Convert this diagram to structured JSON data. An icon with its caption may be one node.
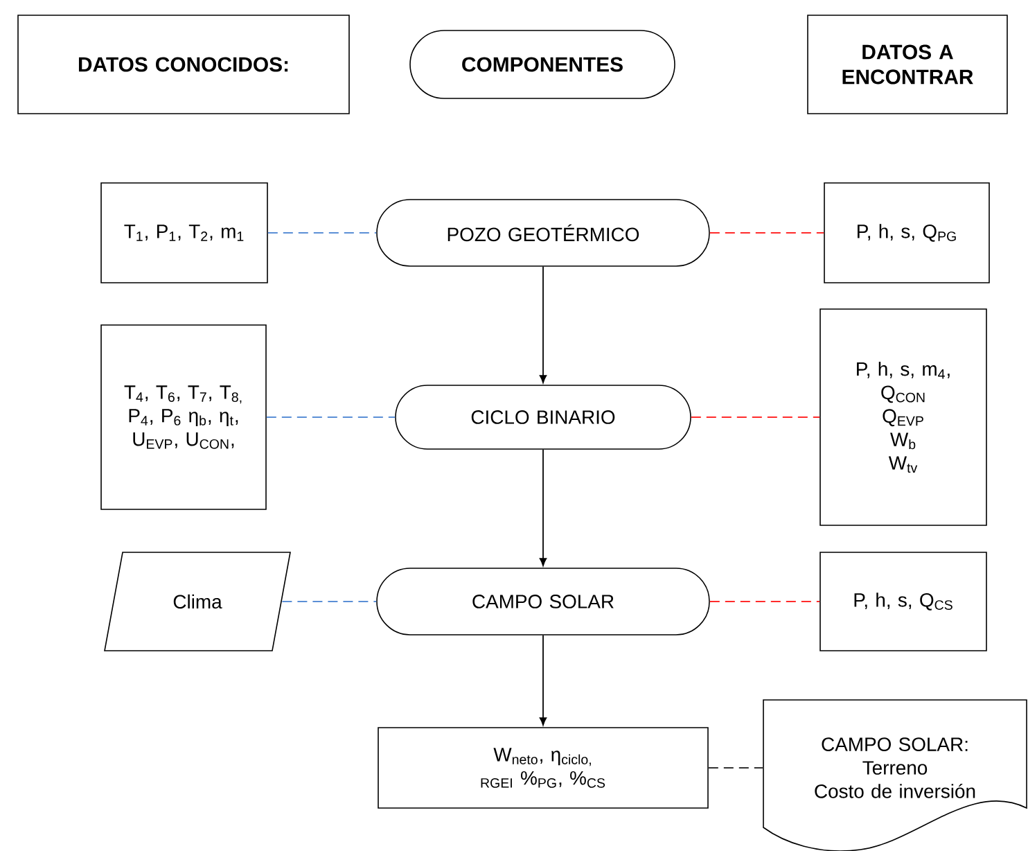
{
  "diagram": {
    "nodes": [
      {
        "text": [
          "DATOS CONOCIDOS:"
        ]
      },
      {
        "text": [
          "COMPONENTES"
        ]
      },
      {
        "text": [
          "DATOS A ENCONTRAR"
        ]
      },
      {
        "text": [
          "T$_{1}$, P$_{1}$, T$_{2}$, m$_{1}$"
        ]
      },
      {
        "text": [
          "POZO GEOTÉRMICO"
        ]
      },
      {
        "text": [
          "P, h, s, Q$_{PG}$"
        ]
      },
      {
        "text": [
          "T$_{4}$, T$_{6}$, T$_{7}$, T$_{8,}$ P$_{4}$, P$_{6}$ η$_{b}$, η$_{t}$, U$_{EVP}$, U$_{CON}$,"
        ]
      },
      {
        "text": [
          "CICLO BINARIO"
        ]
      },
      {
        "text": [
          "P, h, s, m$_{4}$,",
          "Q$_{CON}$",
          "Q$_{EVP}$",
          "W$_{b}$",
          "W$_{tv}$"
        ]
      },
      {
        "text": [
          "Clima"
        ]
      },
      {
        "text": [
          "CAMPO SOLAR"
        ]
      },
      {
        "text": [
          "P, h, s, Q$_{CS}$"
        ]
      },
      {
        "text": [
          "W$_{neto}$, η$_{ciclo,}$ $_{RGEI}$ %$_{PG}$, %$_{CS}$"
        ]
      },
      {
        "text": [
          "CAMPO SOLAR:",
          "Terreno",
          "Costo de inversión"
        ]
      }
    ],
    "edges": [
      {
        "from": 3,
        "to": 4,
        "arrow": "none",
        "style": "dashed",
        "color": "#5b8fd6"
      },
      {
        "from": 4,
        "to": 5,
        "arrow": "none",
        "style": "dashed",
        "color": "#ff2b2b"
      },
      {
        "from": 4,
        "to": 7,
        "arrow": "to",
        "color": "#000000"
      },
      {
        "from": 6,
        "to": 7,
        "arrow": "none",
        "style": "dashed",
        "color": "#5b8fd6"
      },
      {
        "from": 7,
        "to": 8,
        "arrow": "none",
        "style": "dashed",
        "color": "#ff2b2b"
      },
      {
        "from": 7,
        "to": 10,
        "arrow": "to",
        "color": "#000000"
      },
      {
        "from": 9,
        "to": 10,
        "arrow": "none",
        "style": "dashed",
        "color": "#5b8fd6"
      },
      {
        "from": 10,
        "to": 11,
        "arrow": "none",
        "style": "dashed",
        "color": "#ff2b2b"
      },
      {
        "from": 10,
        "to": 12,
        "arrow": "to",
        "color": "#000000"
      },
      {
        "from": 12,
        "to": 13,
        "arrow": "none",
        "style": "dashed",
        "color": "#333333"
      }
    ]
  }
}
